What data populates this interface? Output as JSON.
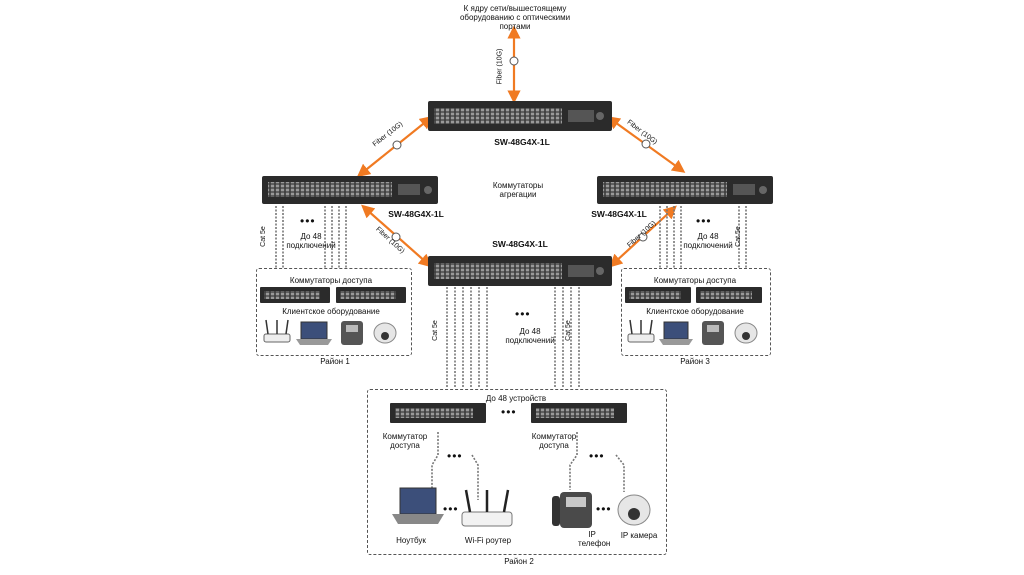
{
  "core_note": "К ядру сети/вышестоящему оборудованию с оптическими портами",
  "switch_model": "SW-48G4X-1L",
  "aggregation_label": "Коммутаторы агрегации",
  "fiber_label": "Fiber (10G)",
  "cat_label": "Cat 5e",
  "up_to_48": "До 48 подключений",
  "access_switches": "Коммутаторы доступа",
  "client_equipment": "Клиентское оборудование",
  "district1": "Район 1",
  "district2": "Район 2",
  "district3": "Район 3",
  "up_to_48_devices": "До 48 устройств",
  "access_switch": "Коммутатор доступа",
  "laptop": "Ноутбук",
  "wifi_router": "Wi-Fi роутер",
  "ip_phone": "IP телефон",
  "ip_camera": "IP камера",
  "colors": {
    "fiber": "#f07a22",
    "switch_body": "#2b2b2b",
    "box_border": "#555555"
  }
}
